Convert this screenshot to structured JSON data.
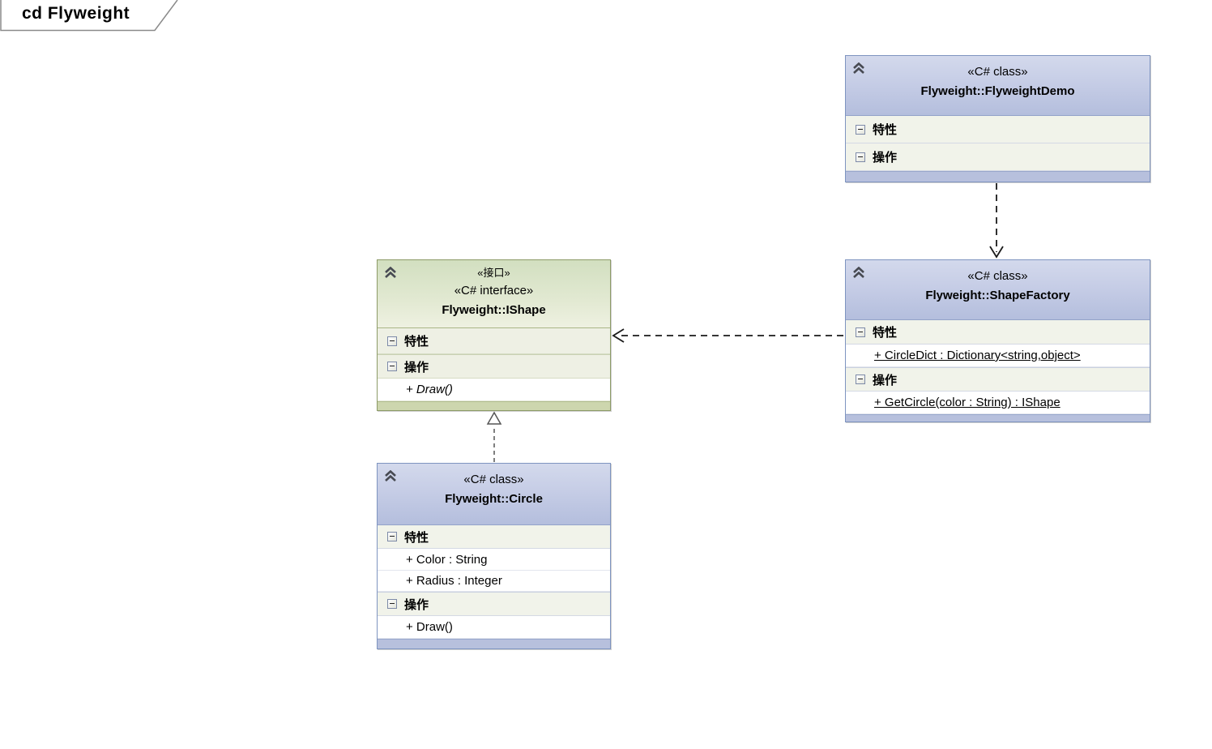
{
  "frame": {
    "label": "cd Flyweight"
  },
  "colors": {
    "class_header_top": "#d3d9ec",
    "class_header_bottom": "#b4bedd",
    "class_border": "#7e94c0",
    "class_footer": "#b7c0dd",
    "interface_header_top": "#d2dfc0",
    "interface_header_bottom": "#eef1e1",
    "interface_border": "#8d9b67",
    "interface_footer": "#cdd6ae",
    "section_bg_class": "#f1f3ea",
    "section_bg_interface": "#eef0e4",
    "connector": "#1a1a1a"
  },
  "icons": {
    "collapse_chevron": "double-chevron-up",
    "section_collapse": "minus-box"
  },
  "classes": {
    "flyweight_demo": {
      "stereotype": "«C# class»",
      "name": "Flyweight::FlyweightDemo",
      "attributes_label": "特性",
      "operations_label": "操作"
    },
    "shape_factory": {
      "stereotype": "«C# class»",
      "name": "Flyweight::ShapeFactory",
      "attributes_label": "特性",
      "attributes": [
        "+ CircleDict : Dictionary<string,object>"
      ],
      "operations_label": "操作",
      "operations": [
        "+ GetCircle(color : String) : IShape"
      ]
    },
    "ishape": {
      "stereotype_cn": "«接口»",
      "stereotype": "«C# interface»",
      "name": "Flyweight::IShape",
      "attributes_label": "特性",
      "operations_label": "操作",
      "operations": [
        "+ Draw()"
      ]
    },
    "circle": {
      "stereotype": "«C# class»",
      "name": "Flyweight::Circle",
      "attributes_label": "特性",
      "attributes": [
        "+ Color : String",
        "+ Radius : Integer"
      ],
      "operations_label": "操作",
      "operations": [
        "+ Draw()"
      ]
    }
  },
  "connectors": {
    "demo_to_factory": "dependency-dashed-open-arrow",
    "factory_to_ishape": "dependency-dashed-open-arrow",
    "circle_realizes_ishape": "realization-dashed-hollow-triangle"
  }
}
